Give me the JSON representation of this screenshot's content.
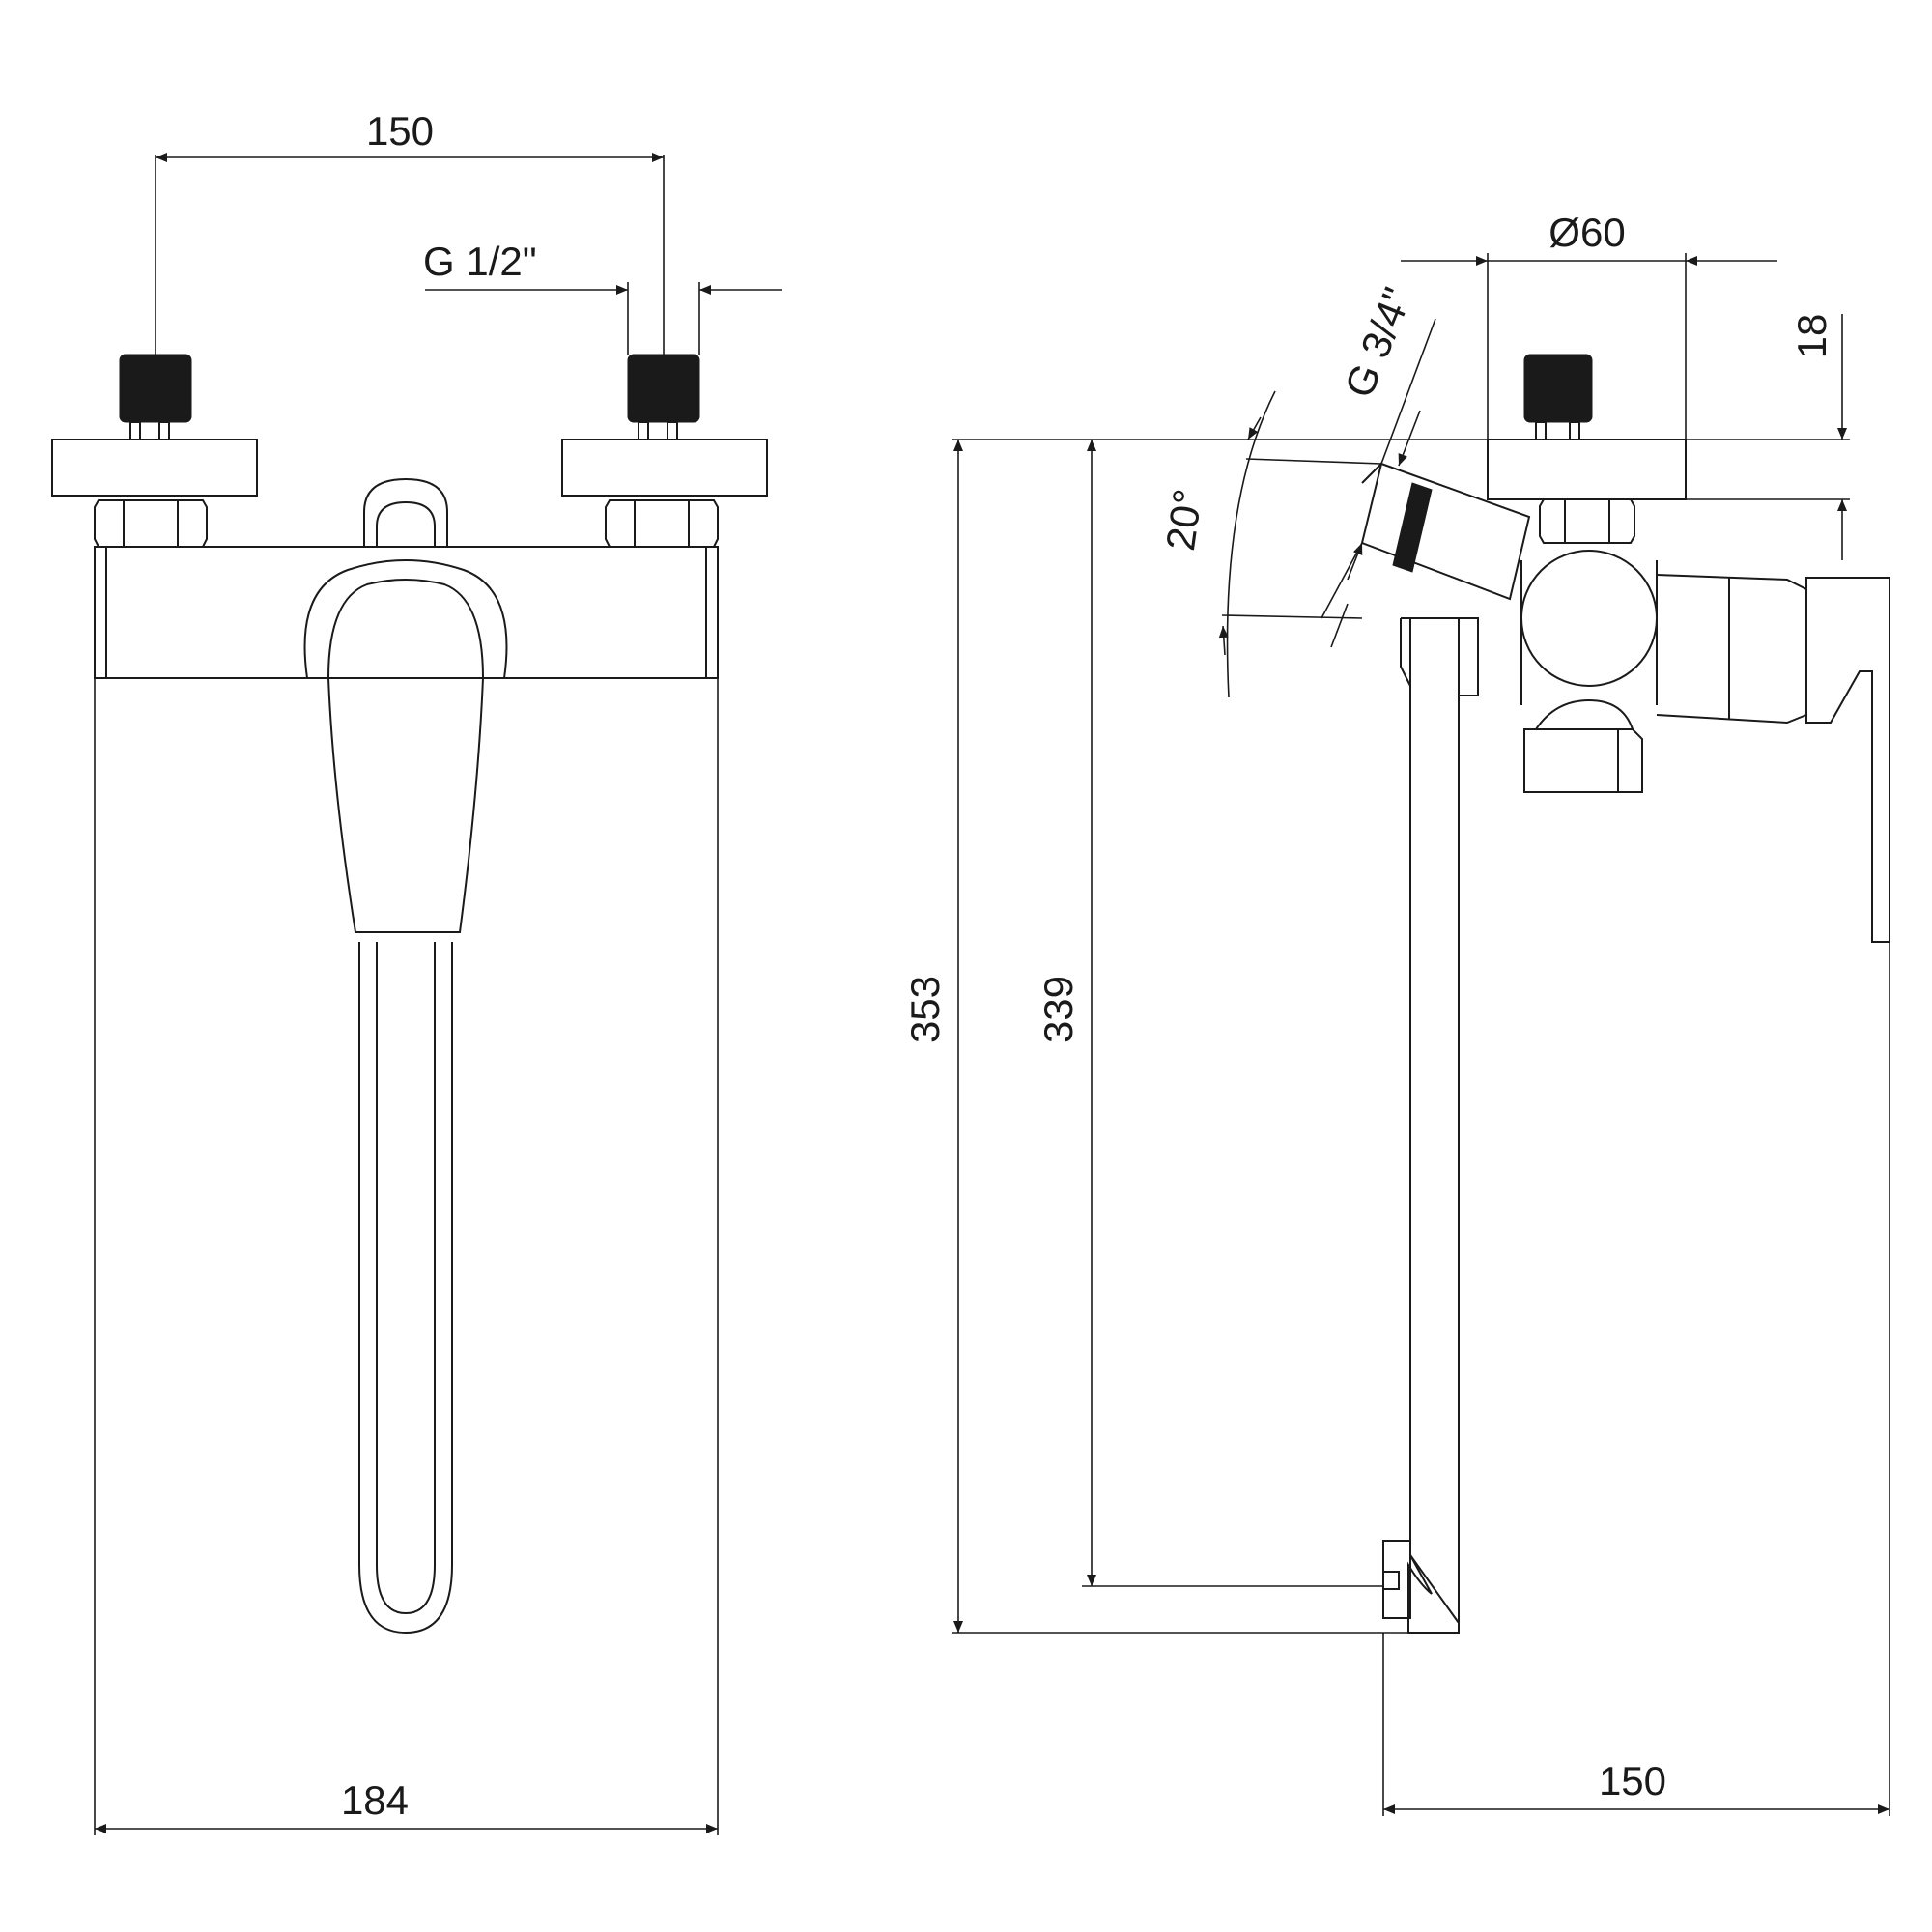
{
  "front_view": {
    "dim_inlet_spacing": "150",
    "dim_inlet_thread": "G 1/2\"",
    "dim_total_width": "184"
  },
  "side_view": {
    "dim_body_diameter": "Ø60",
    "dim_outlet_thread": "G 3/4\"",
    "dim_angle": "20°",
    "dim_connector_height": "18",
    "dim_total_height": "353",
    "dim_spout_height": "339",
    "dim_projection": "150"
  }
}
